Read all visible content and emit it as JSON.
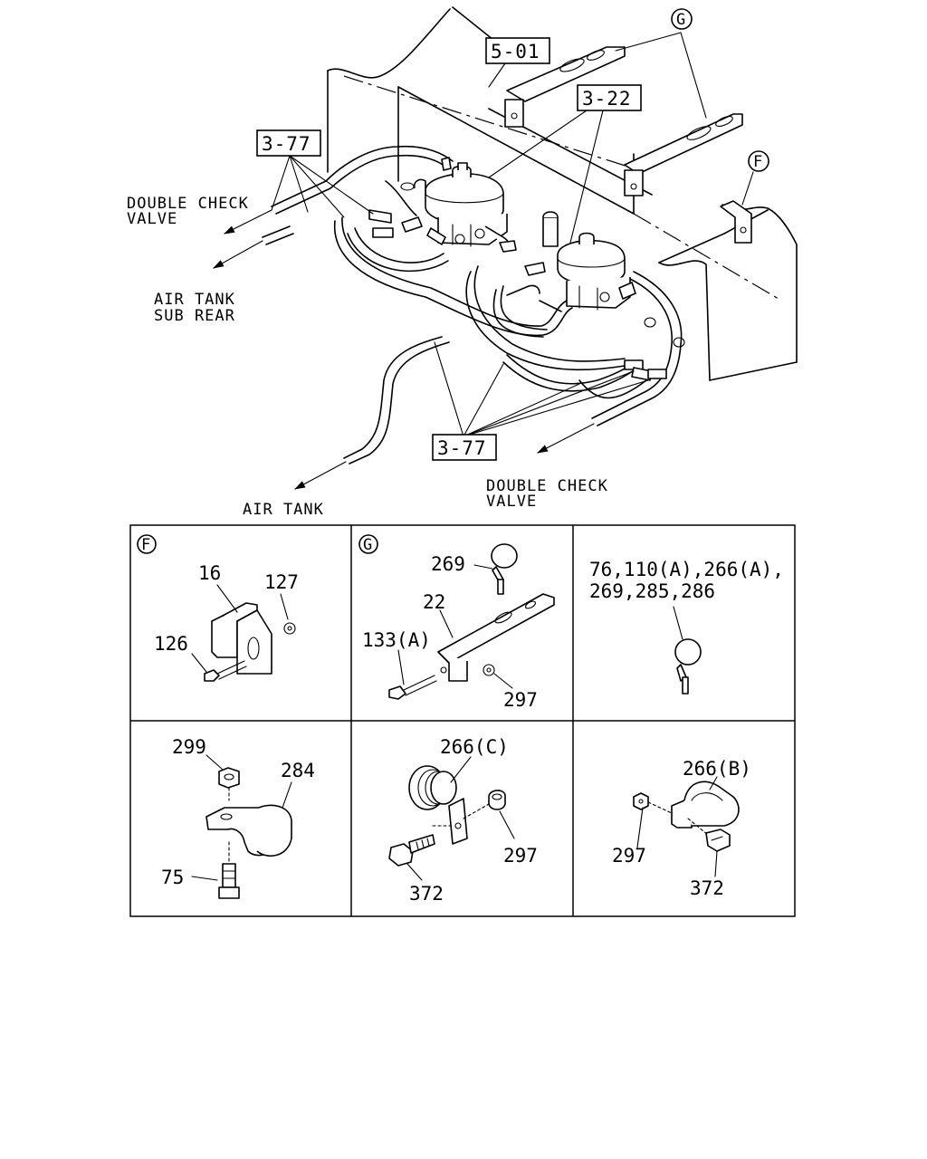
{
  "main_view": {
    "refs": {
      "ref_501": "5-01",
      "ref_322": "3-22",
      "ref_377_top": "3-77",
      "ref_377_bottom": "3-77"
    },
    "callouts": {
      "G": "G",
      "F": "F"
    },
    "destinations": {
      "dcv_left_line1": "DOUBLE CHECK",
      "dcv_left_line2": "VALVE",
      "air_tank_sub_line1": "AIR TANK",
      "air_tank_sub_line2": "SUB REAR",
      "air_tank": "AIR TANK",
      "dcv_right_line1": "DOUBLE CHECK",
      "dcv_right_line2": "VALVE"
    }
  },
  "detail_table": {
    "cell_f": {
      "callout": "F",
      "labels": [
        "16",
        "127",
        "126"
      ]
    },
    "cell_g": {
      "callout": "G",
      "labels": [
        "269",
        "22",
        "133(A)",
        "297"
      ]
    },
    "cell_clamp": {
      "line1": "76,110(A),266(A),",
      "line2": "269,285,286"
    },
    "cell_284": {
      "labels": [
        "299",
        "284",
        "75"
      ]
    },
    "cell_266c": {
      "labels": [
        "266(C)",
        "297",
        "372"
      ]
    },
    "cell_266b": {
      "labels": [
        "266(B)",
        "297",
        "372"
      ]
    }
  }
}
